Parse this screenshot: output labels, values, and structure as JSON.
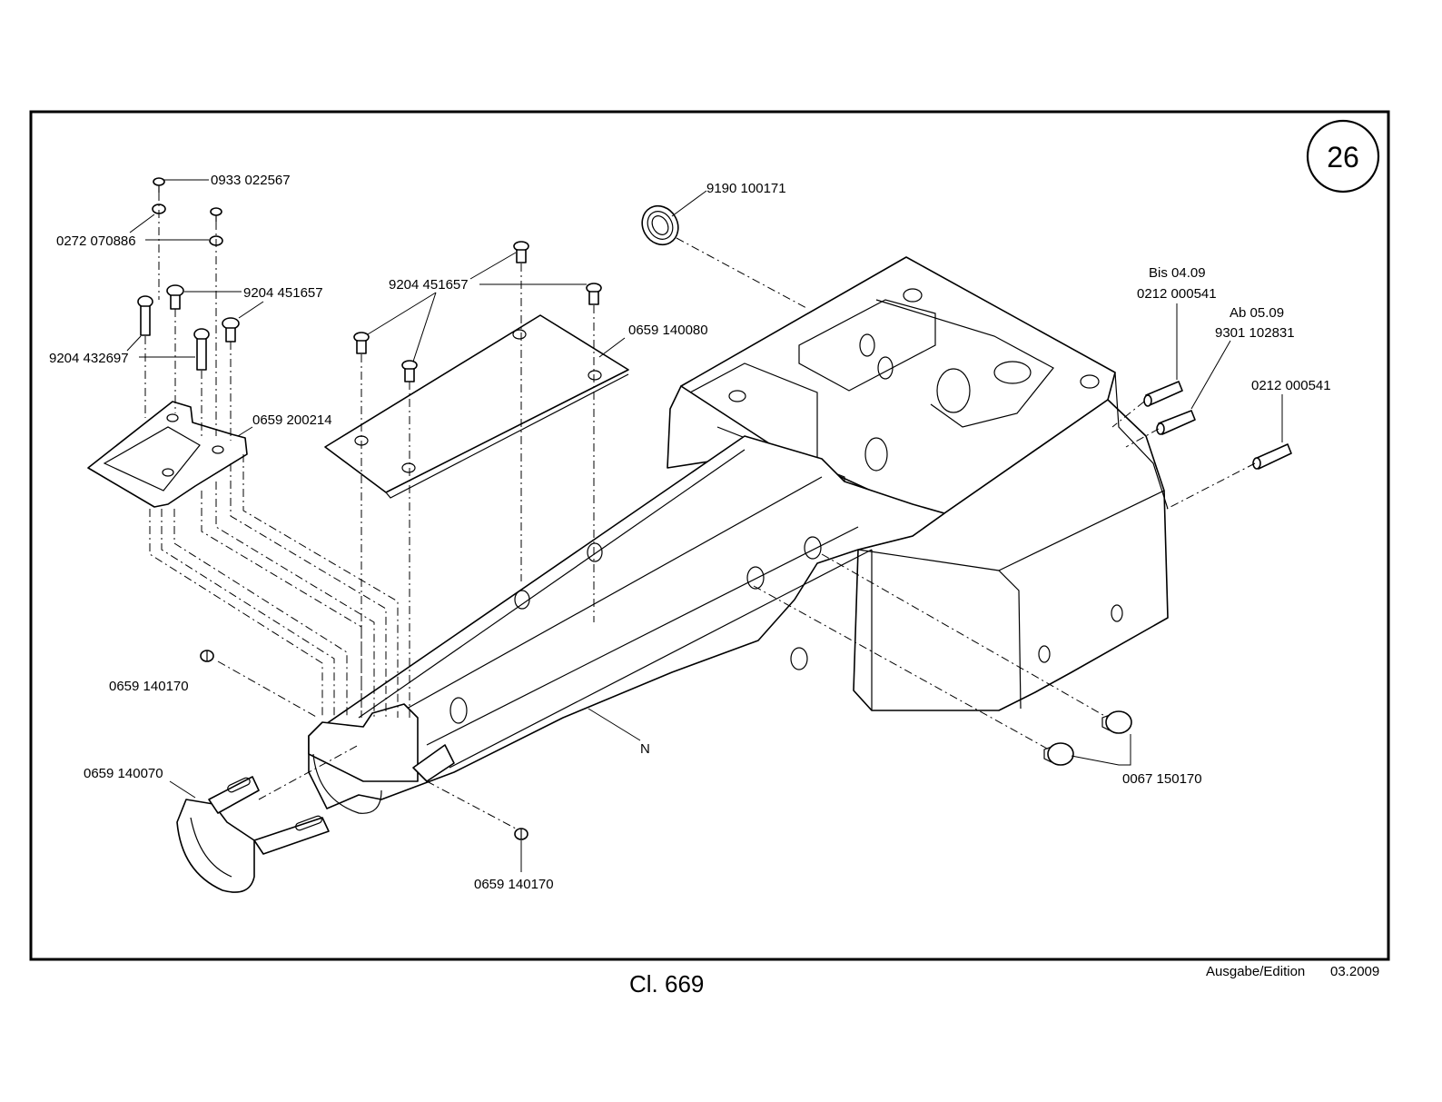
{
  "page": {
    "number": "26",
    "class_label": "Cl. 669",
    "edition_label": "Ausgabe/Edition",
    "edition_value": "03.2009"
  },
  "callouts": {
    "c0933_022567": "0933 022567",
    "c0272_070886": "0272 070886",
    "c9204_451657_left": "9204 451657",
    "c9204_432697": "9204 432697",
    "c0659_200214": "0659 200214",
    "c9204_451657_mid": "9204 451657",
    "c9190_100171": "9190 100171",
    "c0659_140080": "0659 140080",
    "bis_label": "Bis 04.09",
    "c0212_000541_a": "0212 000541",
    "ab_label": "Ab 05.09",
    "c9301_102831": "9301 102831",
    "c0212_000541_b": "0212 000541",
    "c0659_140170_left": "0659 140170",
    "c0659_140070": "0659 140070",
    "n_label": "N",
    "c0067_150170": "0067 150170",
    "c0659_140170_bottom": "0659 140170"
  }
}
